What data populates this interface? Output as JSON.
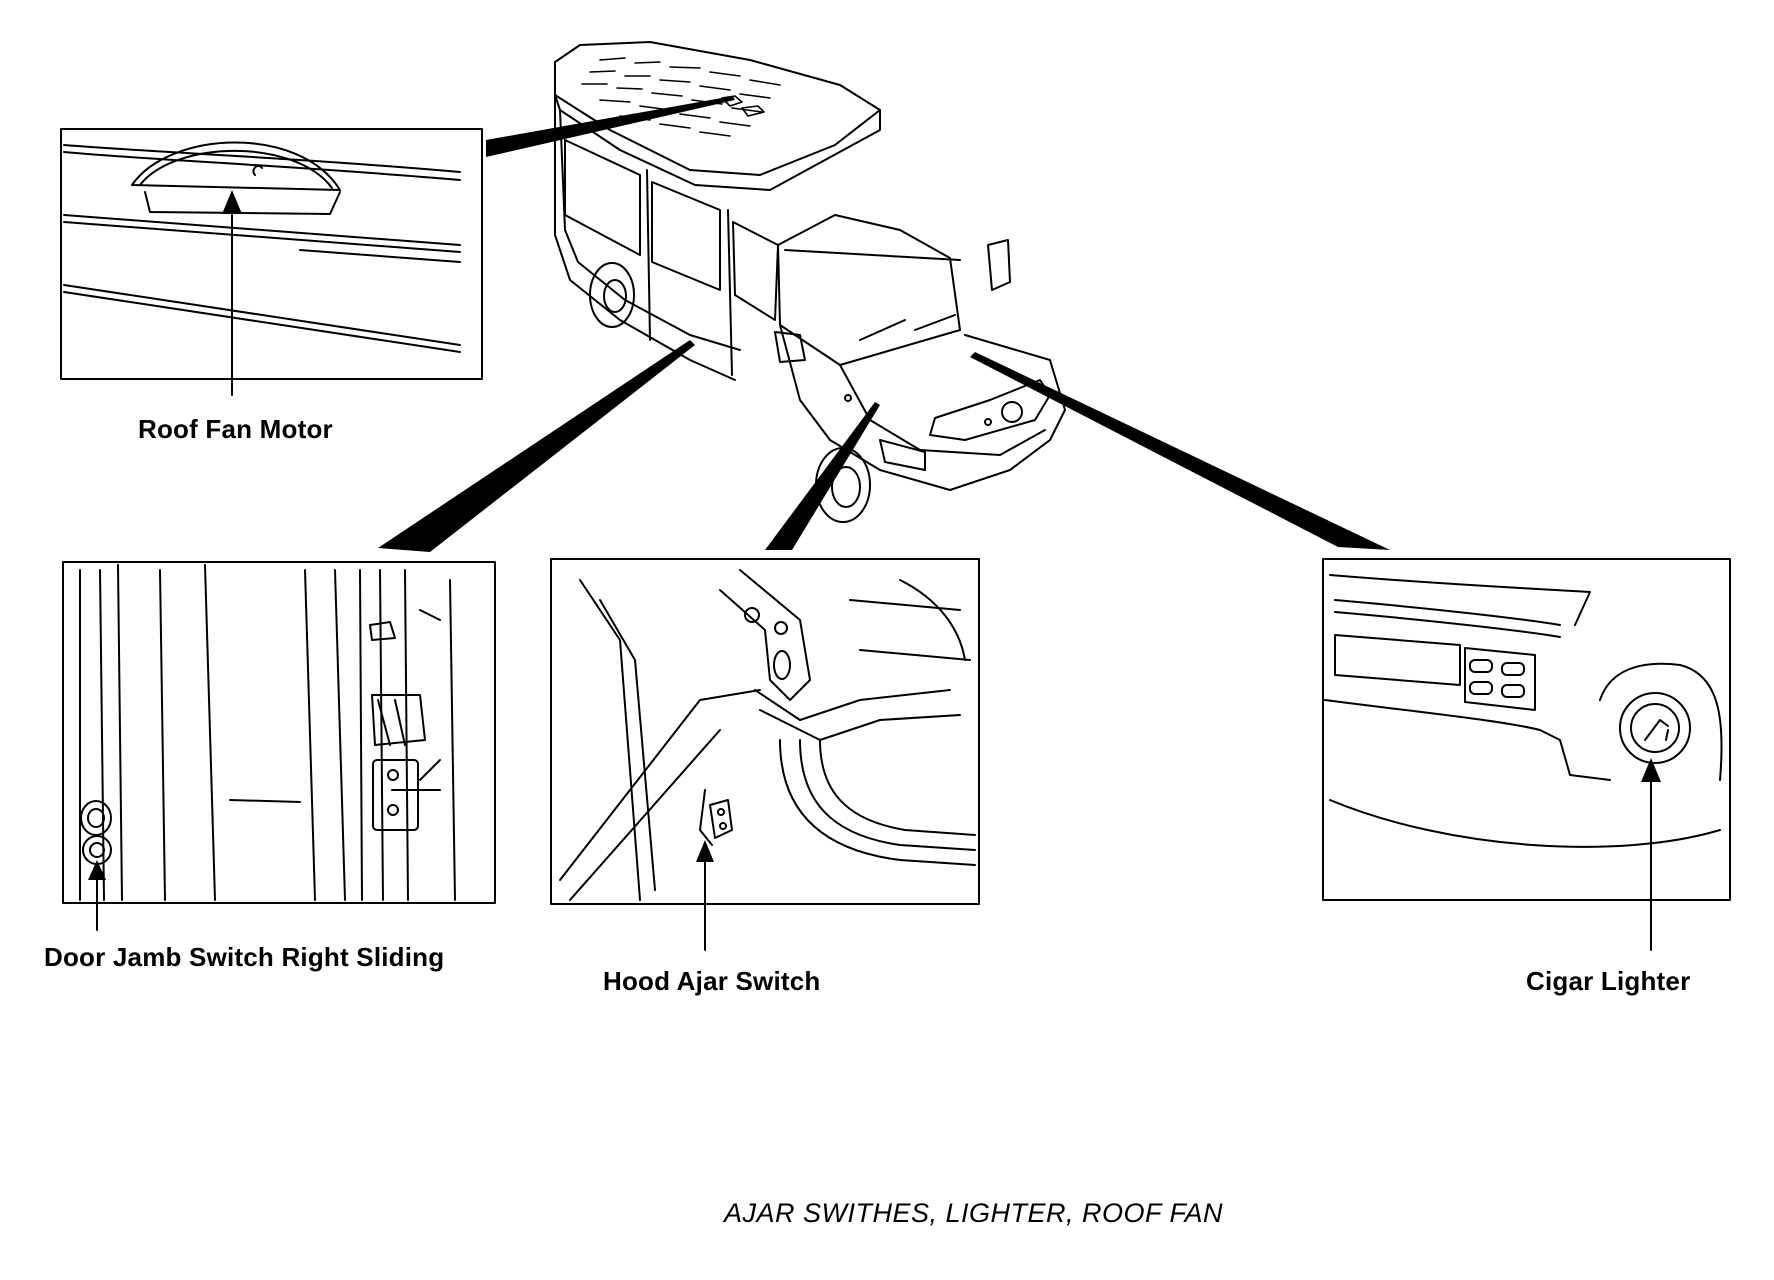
{
  "labels": {
    "roof_fan_motor": "Roof Fan Motor",
    "door_jamb_switch": "Door Jamb Switch Right Sliding",
    "hood_ajar_switch": "Hood Ajar Switch",
    "cigar_lighter": "Cigar Lighter"
  },
  "caption": "AJAR SWITHES, LIGHTER, ROOF FAN",
  "colors": {
    "line": "#000000",
    "background": "#ffffff"
  }
}
